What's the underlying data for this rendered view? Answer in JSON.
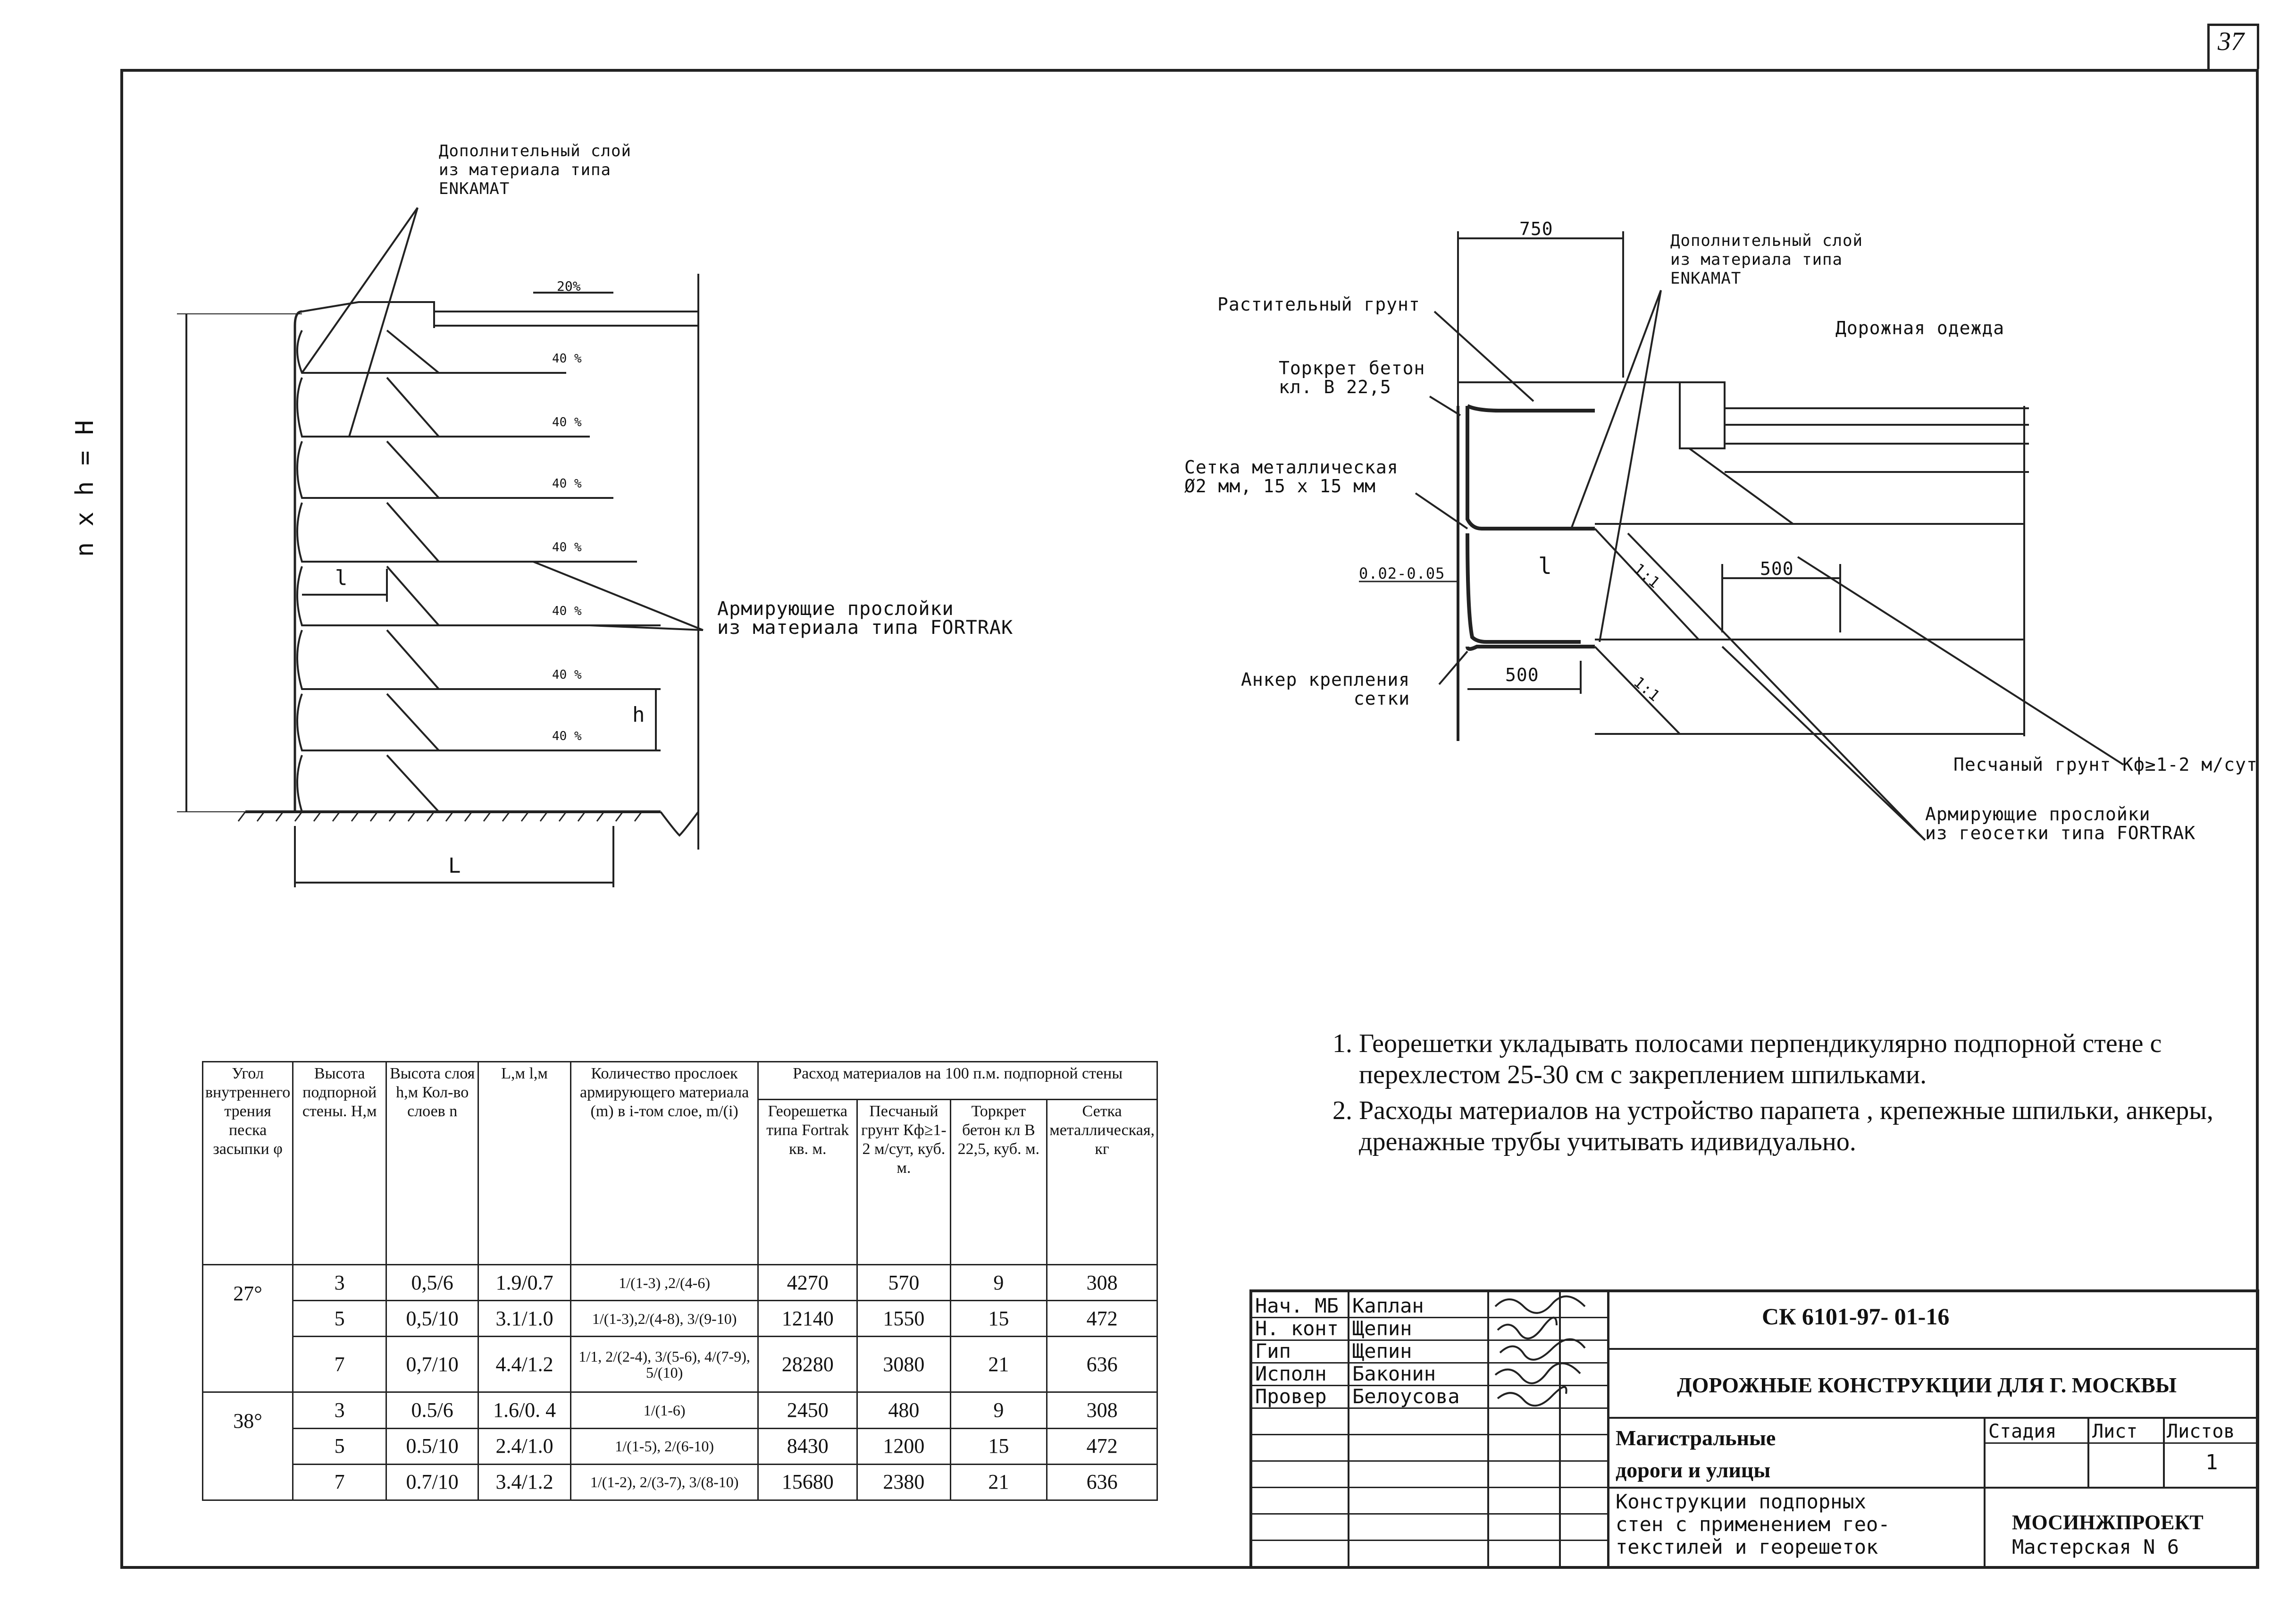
{
  "sheet": {
    "number": "37"
  },
  "left_drawing": {
    "top_label": "Дополнительный слой\nиз материала типа\nENKAMAT",
    "top_slope": "20%",
    "layer_slopes": [
      "40 %",
      "40 %",
      "40 %",
      "40 %",
      "40 %",
      "40 %",
      "40 %"
    ],
    "height_label": "n x h = H",
    "length_l": "l",
    "length_L": "L",
    "h_label": "h",
    "reinforcement_label": "Армирующие прослойки\nиз материала типа FORTRAK"
  },
  "right_drawing": {
    "dim_750": "750",
    "extra_layer_label": "Дополнительный слой\nиз материала типа\nENKAMAT",
    "topsoil_label": "Растительный грунт",
    "road_label": "Дорожная одежда",
    "shotcrete_label": "Торкрет бетон\nкл. В 22,5",
    "mesh_label": "Сетка металлическая\nØ2 мм, 15 х 15 мм",
    "gap_label": "0.02-0.05",
    "l_label": "l",
    "slope_11_a": "1:1",
    "slope_11_b": "1:1",
    "dim_500_a": "500",
    "dim_500_b": "500",
    "anchor_label": "Анкер крепления\nсетки",
    "sand_label": "Песчаный грунт Кф≥1-2 м/сут",
    "reinforcement_label": "Армирующие прослойки\nиз геосетки типа FORTRAK"
  },
  "notes": [
    "Георешетки укладывать полосами перпендикулярно подпорной стене с перехлестом 25-30 см с закреплением шпильками.",
    "Расходы материалов на устройство парапета , крепежные шпильки, анкеры, дренажные трубы учитывать идивидуально."
  ],
  "table": {
    "headers": {
      "angle": "Угол внутреннего трения песка засыпки φ",
      "height": "Высота подпорной стены. Н,м",
      "layer": "Высота слоя h,м Кол-во слоев n",
      "L": "L,м l,м",
      "count": "Количество прослоек армирующего материала (m) в i-том слое, m/(i)",
      "consumption": "Расход материалов на 100 п.м. подпорной стены",
      "fortrak": "Георешетка типа Fortrak кв. м.",
      "sand": "Песчаный грунт Кф≥1-2 м/сут, куб. м.",
      "shotcrete": "Торкрет бетон кл В 22,5, куб. м.",
      "mesh": "Сетка металлическая, кг"
    },
    "groups": [
      {
        "angle": "27°",
        "rows": [
          {
            "H": "3",
            "hn": "0,5/6",
            "Ll": "1.9/0.7",
            "m": "1/(1-3) ,2/(4-6)",
            "fortrak": "4270",
            "sand": "570",
            "shot": "9",
            "mesh": "308"
          },
          {
            "H": "5",
            "hn": "0,5/10",
            "Ll": "3.1/1.0",
            "m": "1/(1-3),2/(4-8), 3/(9-10)",
            "fortrak": "12140",
            "sand": "1550",
            "shot": "15",
            "mesh": "472"
          },
          {
            "H": "7",
            "hn": "0,7/10",
            "Ll": "4.4/1.2",
            "m": "1/1, 2/(2-4), 3/(5-6), 4/(7-9), 5/(10)",
            "fortrak": "28280",
            "sand": "3080",
            "shot": "21",
            "mesh": "636"
          }
        ]
      },
      {
        "angle": "38°",
        "rows": [
          {
            "H": "3",
            "hn": "0.5/6",
            "Ll": "1.6/0. 4",
            "m": "1/(1-6)",
            "fortrak": "2450",
            "sand": "480",
            "shot": "9",
            "mesh": "308"
          },
          {
            "H": "5",
            "hn": "0.5/10",
            "Ll": "2.4/1.0",
            "m": "1/(1-5), 2/(6-10)",
            "fortrak": "8430",
            "sand": "1200",
            "shot": "15",
            "mesh": "472"
          },
          {
            "H": "7",
            "hn": "0.7/10",
            "Ll": "3.4/1.2",
            "m": "1/(1-2), 2/(3-7), 3/(8-10)",
            "fortrak": "15680",
            "sand": "2380",
            "shot": "21",
            "mesh": "636"
          }
        ]
      }
    ]
  },
  "title_block": {
    "roles": [
      "Нач. МБ",
      "Н. конт",
      "Гип",
      "Исполн",
      "Провер"
    ],
    "names": [
      "Каплан",
      "Щепин",
      "Щепин",
      "Баконин",
      "Белоусова"
    ],
    "code": "СК 6101-97- 01-16",
    "project": "ДОРОЖНЫЕ КОНСТРУКЦИИ ДЛЯ Г. МОСКВЫ",
    "subject_1": "Магистральные",
    "subject_2": "дороги и улицы",
    "sheet_title": "Конструкции подпорных\nстен с применением гео-\nтекстилей и георешеток",
    "stage_label": "Стадия",
    "sheet_label": "Лист",
    "sheets_label": "Листов",
    "sheets_value": "1",
    "org": "МОСИНЖПРОЕКТ",
    "workshop": "Мастерская N 6"
  }
}
